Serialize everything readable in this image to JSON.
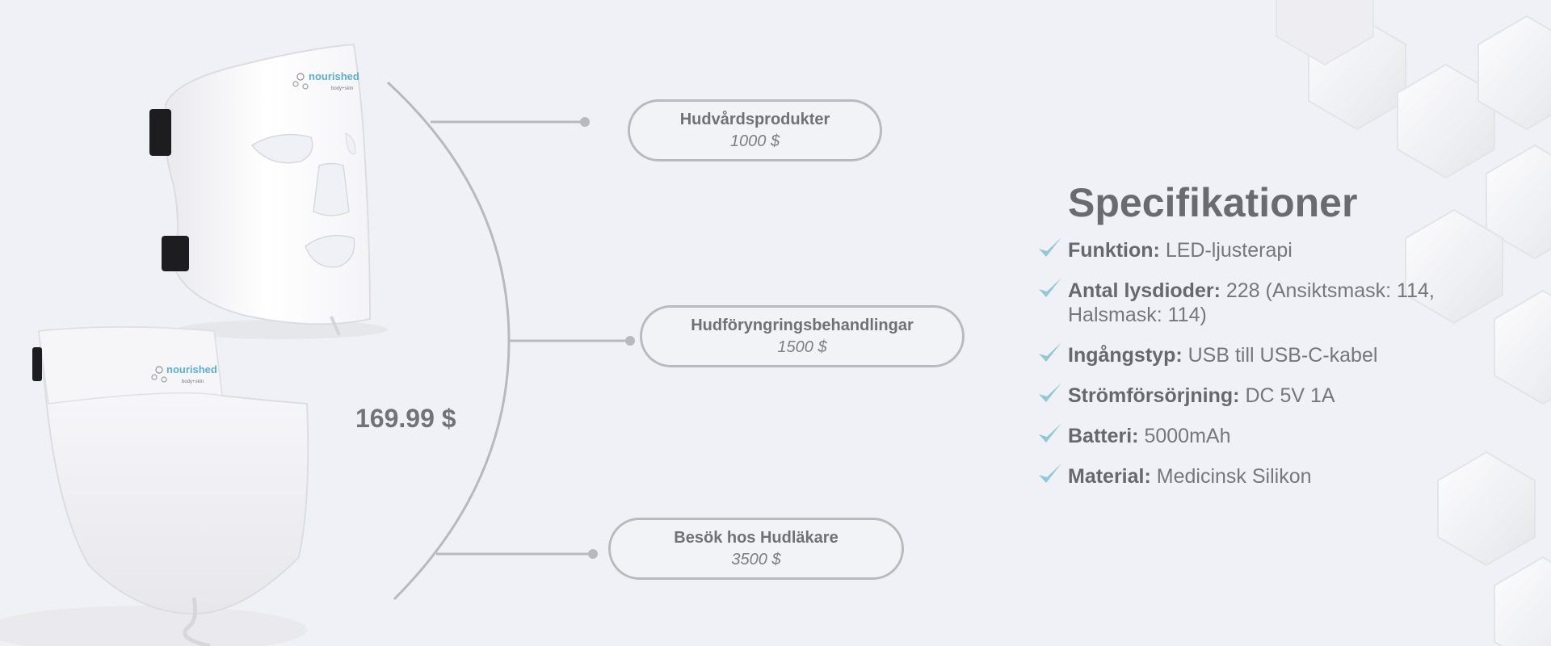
{
  "colors": {
    "background": "#f0f1f6",
    "accent_check": "#8ecad4",
    "line": "#b8b9be",
    "brand_blue": "#5ab0cf"
  },
  "product": {
    "brand_name": "nourished",
    "brand_tagline": "body+skin",
    "price": "169.99 $"
  },
  "comparisons": [
    {
      "title": "Hudvårdsprodukter",
      "price": "1000 $"
    },
    {
      "title": "Hudföryngringsbehandlingar",
      "price": "1500 $"
    },
    {
      "title": "Besök hos Hudläkare",
      "price": "3500 $"
    }
  ],
  "specifications": {
    "title": "Specifikationer",
    "icon": "checkmark-icon",
    "items": [
      {
        "key": "Funktion:",
        "value": "LED-ljusterapi"
      },
      {
        "key": "Antal lysdioder:",
        "value": "228 (Ansiktsmask: 114, Halsmask: 114)"
      },
      {
        "key": "Ingångstyp:",
        "value": "USB till USB-C-kabel"
      },
      {
        "key": "Strömförsörjning:",
        "value": "DC 5V 1A"
      },
      {
        "key": "Batteri:",
        "value": "5000mAh"
      },
      {
        "key": "Material:",
        "value": "Medicinsk Silikon"
      }
    ]
  }
}
